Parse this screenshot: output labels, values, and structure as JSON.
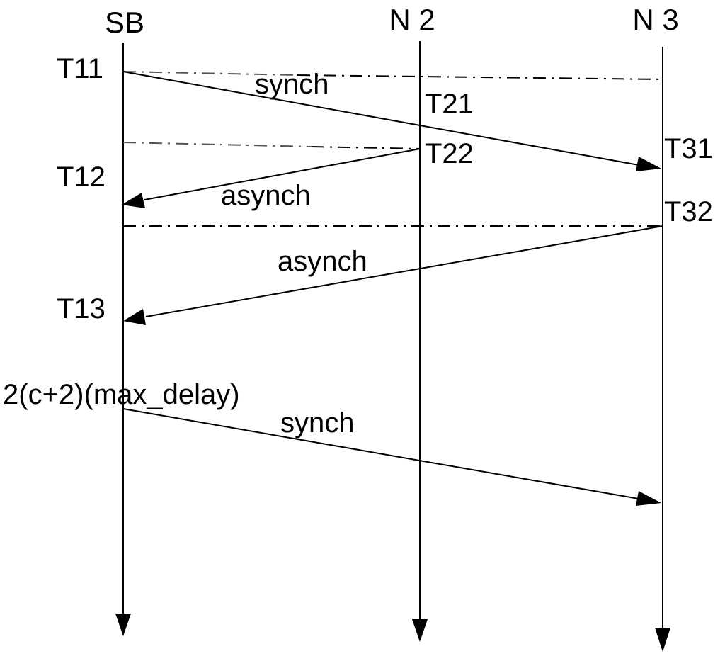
{
  "participants": {
    "sb": "SB",
    "n2": "N 2",
    "n3": "N 3"
  },
  "events": {
    "t11": "T11",
    "t12": "T12",
    "t13": "T13",
    "t21": "T21",
    "t22": "T22",
    "t31": "T31",
    "t32": "T32",
    "bound": "2(c+2)(max_delay)"
  },
  "messages": {
    "m1": "synch",
    "m2": "asynch",
    "m3": "asynch",
    "m4": "synch"
  },
  "colors": {
    "line": "#000000",
    "sync_gray": "#555555"
  }
}
